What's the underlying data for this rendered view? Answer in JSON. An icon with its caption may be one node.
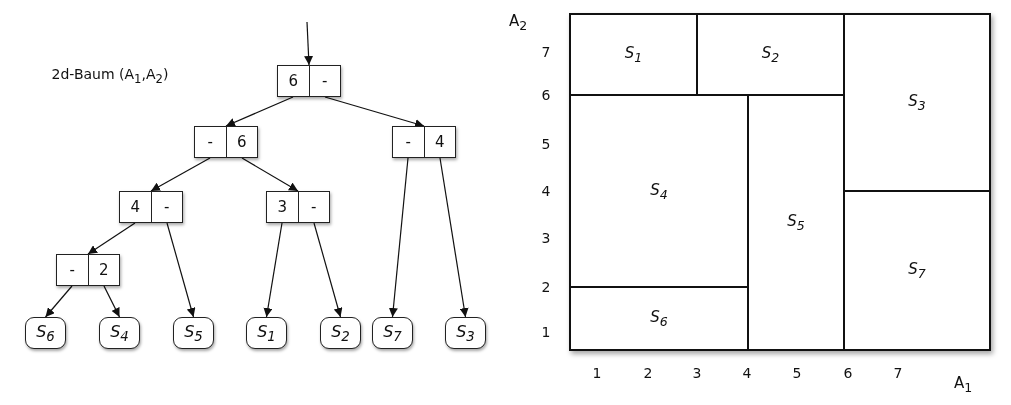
{
  "diagram": {
    "nodes": [
      {
        "text": [
          "6",
          "-"
        ]
      },
      {
        "text": [
          "-",
          "6"
        ]
      },
      {
        "text": [
          "-",
          "4"
        ]
      },
      {
        "text": [
          "4",
          "-"
        ]
      },
      {
        "text": [
          "3",
          "-"
        ]
      },
      {
        "text": [
          "-",
          "2"
        ]
      },
      {
        "text": [
          "S$_{6}$"
        ]
      },
      {
        "text": [
          "S$_{4}$"
        ]
      },
      {
        "text": [
          "S$_{5}$"
        ]
      },
      {
        "text": [
          "S$_{1}$"
        ]
      },
      {
        "text": [
          "S$_{2}$"
        ]
      },
      {
        "text": [
          "S$_{7}$"
        ]
      },
      {
        "text": [
          "S$_{3}$"
        ]
      },
      {
        "text": [
          "S$_{1}$"
        ]
      },
      {
        "text": [
          "S$_{2}$"
        ]
      },
      {
        "text": [
          "S$_{3}$"
        ]
      },
      {
        "text": [
          "S$_{4}$"
        ]
      },
      {
        "text": [
          "S$_{5}$"
        ]
      },
      {
        "text": [
          "S$_{7}$"
        ]
      },
      {
        "text": [
          "S$_{6}$"
        ]
      }
    ],
    "edges": [
      {
        "from": null,
        "to": 0,
        "arrow": "to"
      },
      {
        "from": 0,
        "to": 1,
        "arrow": "to"
      },
      {
        "from": 0,
        "to": 2,
        "arrow": "to"
      },
      {
        "from": 1,
        "to": 3,
        "arrow": "to"
      },
      {
        "from": 1,
        "to": 4,
        "arrow": "to"
      },
      {
        "from": 2,
        "to": 11,
        "arrow": "to"
      },
      {
        "from": 2,
        "to": 12,
        "arrow": "to"
      },
      {
        "from": 3,
        "to": 5,
        "arrow": "to"
      },
      {
        "from": 3,
        "to": 8,
        "arrow": "to"
      },
      {
        "from": 4,
        "to": 9,
        "arrow": "to"
      },
      {
        "from": 4,
        "to": 10,
        "arrow": "to"
      },
      {
        "from": 5,
        "to": 6,
        "arrow": "to"
      },
      {
        "from": 5,
        "to": 7,
        "arrow": "to"
      }
    ],
    "labels": [
      "2d-Baum (A$_{1}$,A$_{2}$)",
      "A$_{2}$",
      "7",
      "6",
      "5",
      "4",
      "3",
      "2",
      "1",
      "1",
      "2",
      "3",
      "4",
      "5",
      "6",
      "7",
      "A$_{1}$"
    ]
  }
}
